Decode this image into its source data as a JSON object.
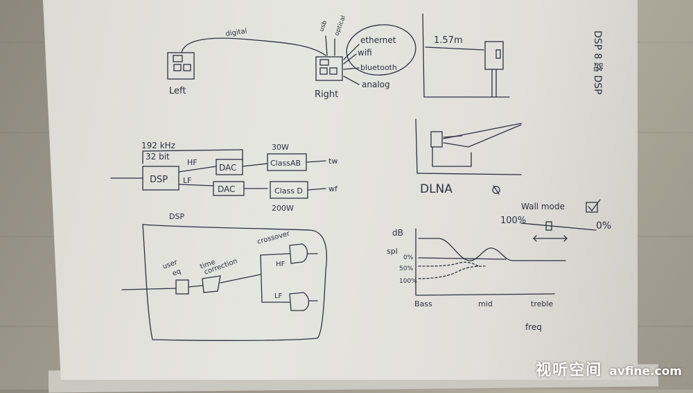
{
  "speaker_layout": {
    "connection_label": "digital",
    "left_label": "Left",
    "right_label": "Right",
    "inputs": [
      "usb",
      "optical"
    ],
    "network_inputs": [
      "ethernet",
      "wifi",
      "bluetooth",
      "analog"
    ]
  },
  "placement": {
    "distance_label": "1.57m"
  },
  "rotated_note": "DSP 8 路 DSP",
  "signal_chain": {
    "top_spec": [
      "192 kHz",
      "32 bit"
    ],
    "dsp_label": "DSP",
    "hf_label": "HF",
    "lf_label": "LF",
    "dac_label": "DAC",
    "class_ab_label": "ClassAB",
    "class_d_label": "Class D",
    "power_top": "30W",
    "power_bottom": "200W",
    "out_top": "tw",
    "out_bottom": "wf"
  },
  "dsp_block": {
    "title": "DSP",
    "user_eq": [
      "user",
      "eq"
    ],
    "time_correction": [
      "time",
      "correction"
    ],
    "crossover": "crossover",
    "hf": "HF",
    "lf": "LF"
  },
  "dlna_label": "DLNA",
  "wall_mode": {
    "title": "Wall mode",
    "left_pct": "100%",
    "right_pct": "0%"
  },
  "frequency_graph": {
    "y_title": "dB",
    "y_sub": "spl",
    "levels": [
      "0%",
      "50%",
      "100%"
    ],
    "x_labels": [
      "Bass",
      "mid",
      "treble"
    ],
    "x_title": "freq"
  },
  "watermark": {
    "cn": "视听空间",
    "url": "avfine.com"
  }
}
